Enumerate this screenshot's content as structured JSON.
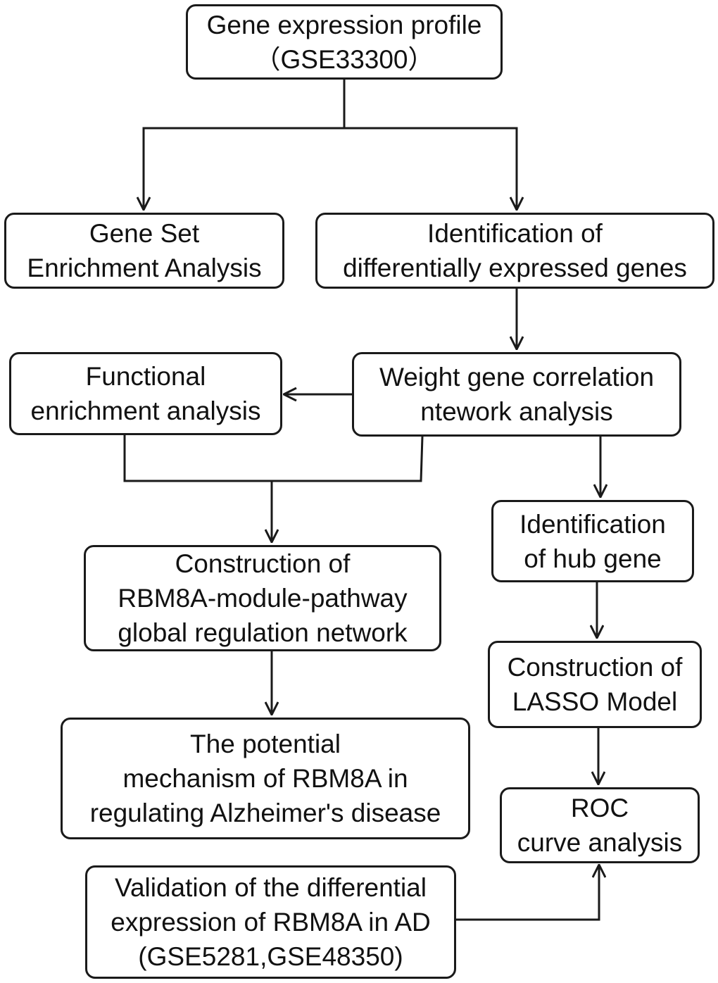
{
  "nodes": {
    "gene_profile": {
      "lines": [
        "Gene expression profile",
        "（GSE33300）"
      ]
    },
    "gsea": {
      "lines": [
        "Gene Set",
        "Enrichment Analysis"
      ]
    },
    "deg": {
      "lines": [
        "Identification of",
        "differentially expressed genes"
      ]
    },
    "functional": {
      "lines": [
        "Functional",
        "enrichment analysis"
      ]
    },
    "wgcna": {
      "lines": [
        "Weight gene correlation",
        "ntework analysis"
      ]
    },
    "hub_gene": {
      "lines": [
        "Identification",
        "of hub gene"
      ]
    },
    "rbm8a_network": {
      "lines": [
        "Construction of",
        "RBM8A-module-pathway",
        "global regulation network"
      ]
    },
    "lasso": {
      "lines": [
        "Construction of",
        "LASSO Model"
      ]
    },
    "mechanism": {
      "lines": [
        "The potential",
        "mechanism of RBM8A in",
        "regulating Alzheimer's disease"
      ]
    },
    "roc": {
      "lines": [
        "ROC",
        "curve analysis"
      ]
    },
    "validation": {
      "lines": [
        "Validation of the differential",
        "expression of RBM8A in AD",
        "(GSE5281,GSE48350)"
      ]
    }
  },
  "edges": [
    {
      "from": "gene_profile",
      "to": "gsea"
    },
    {
      "from": "gene_profile",
      "to": "deg"
    },
    {
      "from": "deg",
      "to": "wgcna"
    },
    {
      "from": "wgcna",
      "to": "functional"
    },
    {
      "from": "functional",
      "to": "rbm8a_network"
    },
    {
      "from": "wgcna",
      "to": "rbm8a_network"
    },
    {
      "from": "wgcna",
      "to": "hub_gene"
    },
    {
      "from": "hub_gene",
      "to": "lasso"
    },
    {
      "from": "lasso",
      "to": "roc"
    },
    {
      "from": "rbm8a_network",
      "to": "mechanism"
    },
    {
      "from": "validation",
      "to": "roc"
    }
  ],
  "colors": {
    "stroke": "#1a1a1a",
    "text": "#111111",
    "background": "#ffffff"
  }
}
